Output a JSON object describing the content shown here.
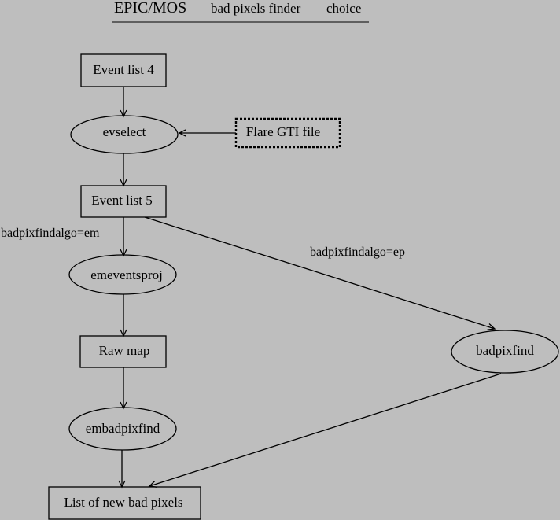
{
  "title": {
    "main": "EPIC/MOS",
    "part2": "bad pixels finder",
    "part3": "choice"
  },
  "nodes": {
    "event_list_4": "Event list 4",
    "evselect": "evselect",
    "flare_gti_file": "Flare GTI file",
    "event_list_5": "Event list 5",
    "emeventsproj": "emeventsproj",
    "raw_map": "Raw map",
    "embadpixfind": "embadpixfind",
    "badpixfind": "badpixfind",
    "list_new_bad_pixels": "List of new bad pixels"
  },
  "edge_labels": {
    "algo_em": "badpixfindalgo=em",
    "algo_ep": "badpixfindalgo=ep"
  }
}
